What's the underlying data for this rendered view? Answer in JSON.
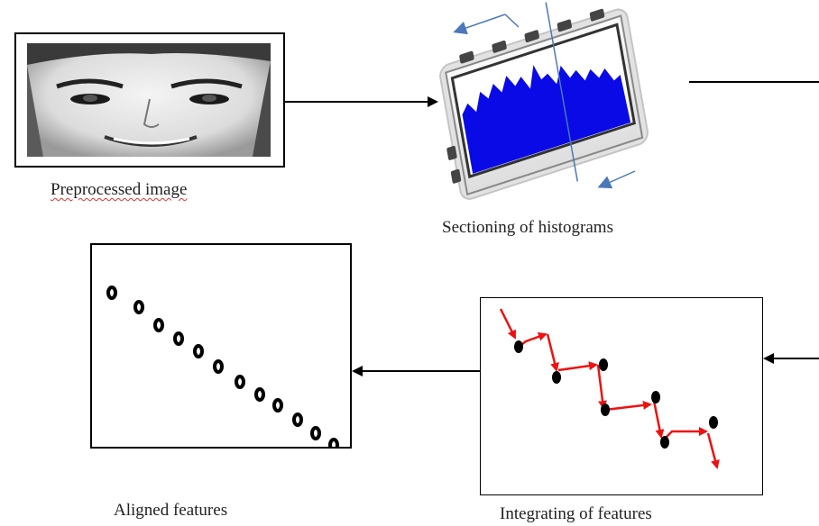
{
  "nodes": {
    "preprocessed": {
      "label": "Preprocessed image"
    },
    "sectioning": {
      "label": "Sectioning of histograms"
    },
    "aligned": {
      "label": "Aligned  features"
    },
    "integrating": {
      "label": "Integrating of features"
    }
  },
  "colors": {
    "arrow": "#000000",
    "histogram_fill": "#0a0ae6",
    "feature_path": "#ee1111",
    "dots": "#000000",
    "guide_arrow": "#4a78b8"
  },
  "icons": {
    "face": "face-photo-icon",
    "histogram": "histogram-filmstrip-icon"
  }
}
